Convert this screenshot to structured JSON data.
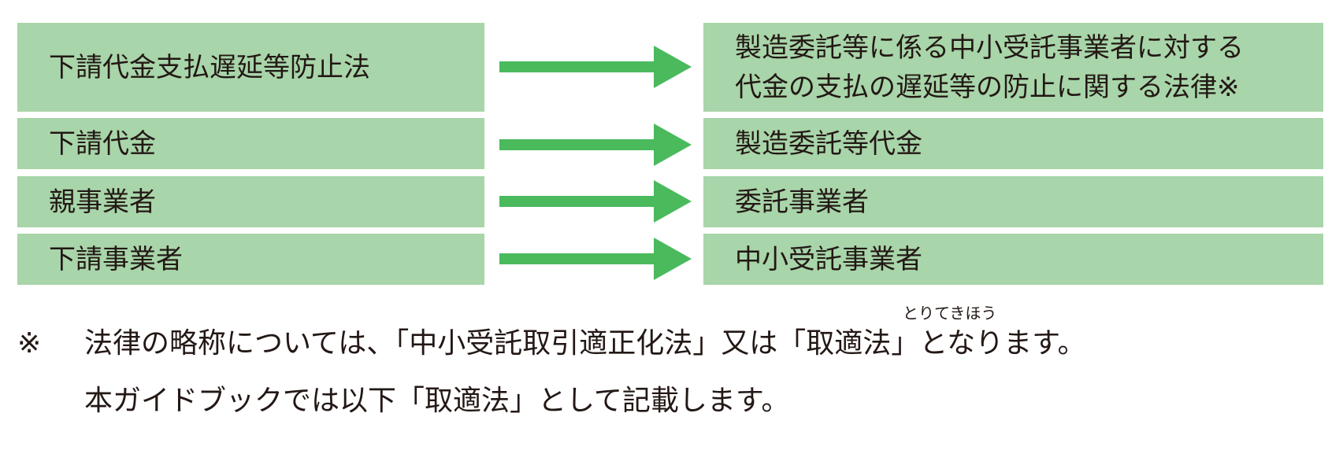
{
  "mappings": [
    {
      "old": "下請代金支払遅延等防止法",
      "new_lines": [
        "製造委託等に係る中小受託事業者に対する",
        "代金の支払の遅延等の防止に関する法律※"
      ]
    },
    {
      "old": "下請代金",
      "new_lines": [
        "製造委託等代金"
      ]
    },
    {
      "old": "親事業者",
      "new_lines": [
        "委託事業者"
      ]
    },
    {
      "old": "下請事業者",
      "new_lines": [
        "中小受託事業者"
      ]
    }
  ],
  "colors": {
    "box": "#a8d5a9",
    "arrow": "#4aba5d",
    "text": "#231815"
  },
  "note": {
    "mark": "※",
    "line1": "法律の略称については、「中小受託取引適正化法」又は「取適法」となります。",
    "ruby": "とりてきほう",
    "line2": "本ガイドブックでは以下「取適法」として記載します。"
  }
}
